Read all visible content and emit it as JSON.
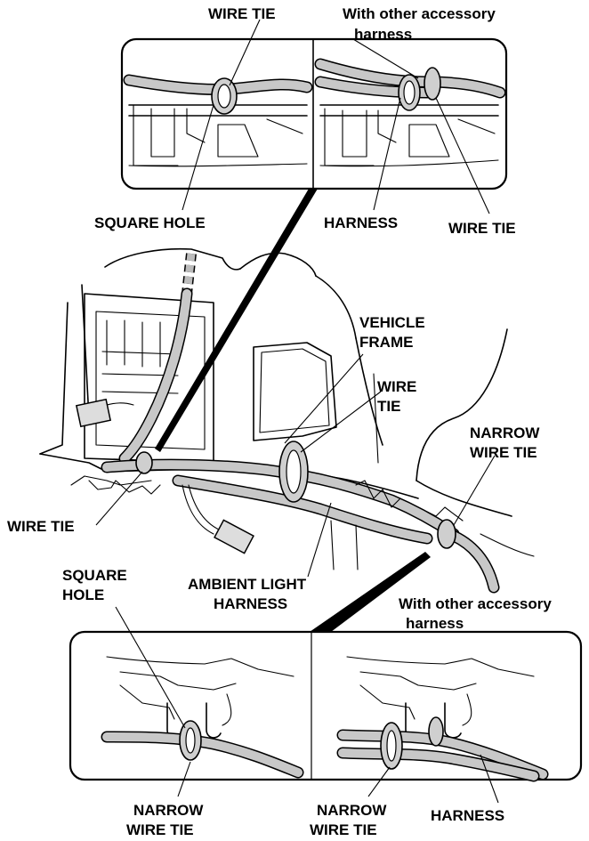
{
  "labels": {
    "top_wire_tie": "WIRE TIE",
    "top_accessory_1": "With other accessory",
    "top_accessory_2": "harness",
    "top_square_hole": "SQUARE HOLE",
    "top_harness": "HARNESS",
    "top_wire_tie_right": "WIRE TIE",
    "vehicle_frame_1": "VEHICLE",
    "vehicle_frame_2": "FRAME",
    "mid_wire_tie_1": "WIRE",
    "mid_wire_tie_2": "TIE",
    "narrow_tie_1": "NARROW",
    "narrow_tie_2": "WIRE TIE",
    "left_wire_tie": "WIRE TIE",
    "square_hole_1": "SQUARE",
    "square_hole_2": "HOLE",
    "ambient_1": "AMBIENT LIGHT",
    "ambient_2": "HARNESS",
    "bottom_accessory_1": "With other accessory",
    "bottom_accessory_2": "harness",
    "bottom_narrow_left_1": "NARROW",
    "bottom_narrow_left_2": "WIRE TIE",
    "bottom_narrow_right_1": "NARROW",
    "bottom_narrow_right_2": "WIRE TIE",
    "bottom_harness": "HARNESS"
  }
}
